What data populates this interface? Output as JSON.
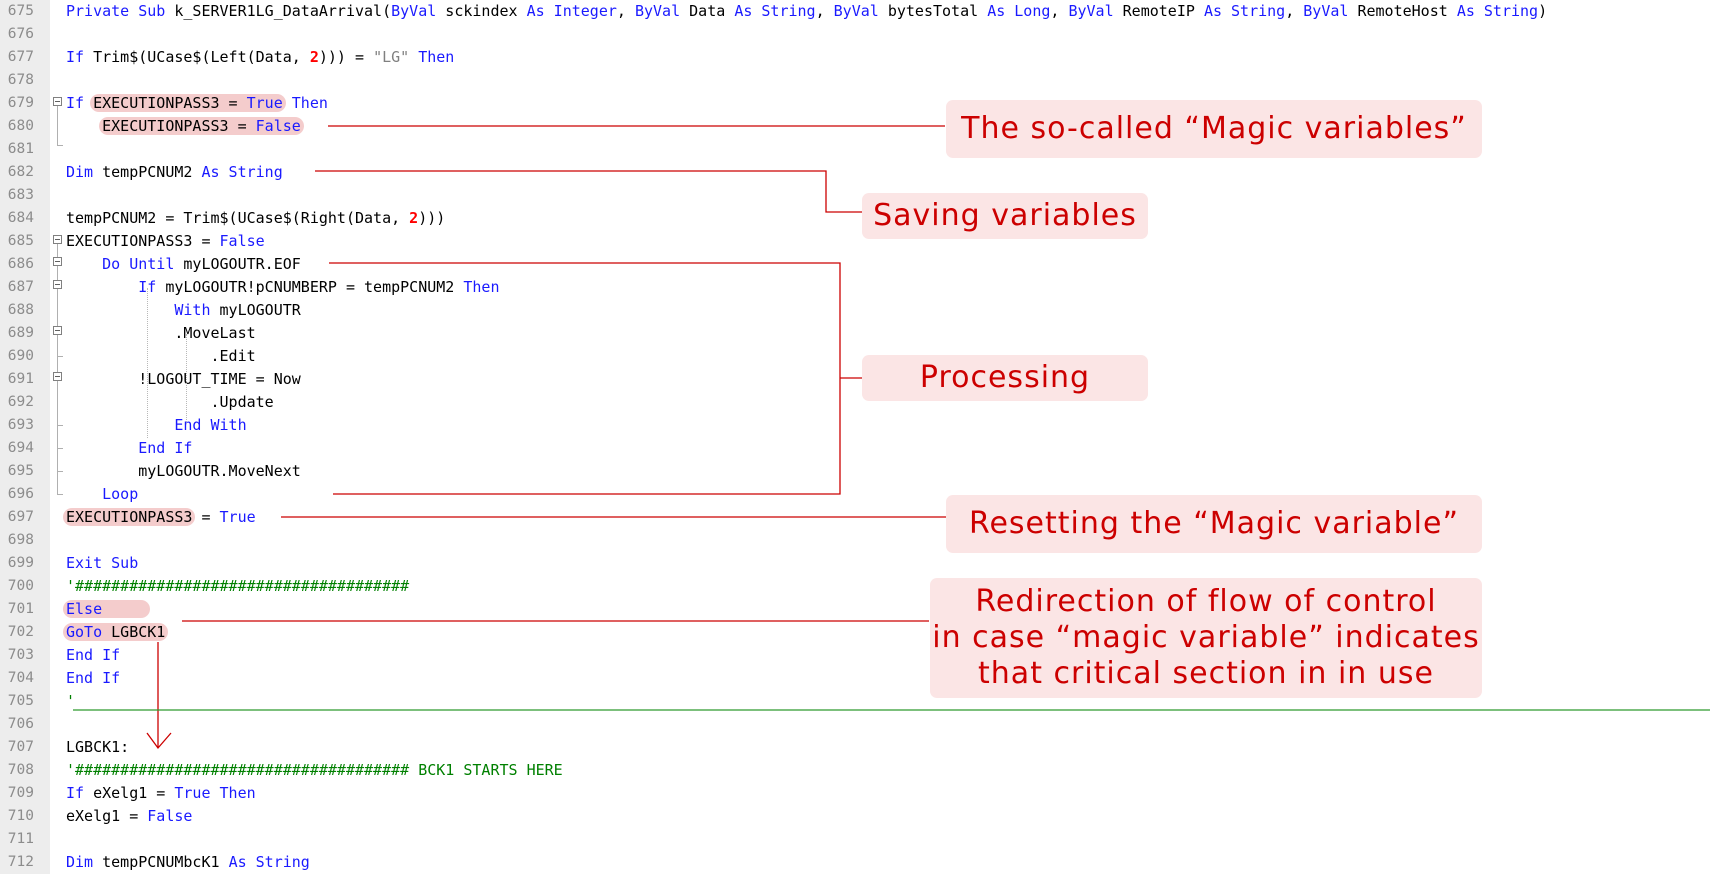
{
  "editor": {
    "lines": [
      {
        "num": "675",
        "html": "<span class=\"kw\">Private Sub</span> k_SERVER1LG_DataArrival(<span class=\"kw\">ByVal</span> sckindex <span class=\"kw\">As Integer</span>, <span class=\"kw\">ByVal</span> Data <span class=\"kw\">As String</span>, <span class=\"kw\">ByVal</span> bytesTotal <span class=\"kw\">As Long</span>, <span class=\"kw\">ByVal</span> RemoteIP <span class=\"kw\">As String</span>, <span class=\"kw\">ByVal</span> RemoteHost <span class=\"kw\">As String</span>)"
      },
      {
        "num": "676",
        "html": ""
      },
      {
        "num": "677",
        "html": "<span class=\"kw\">If</span> Trim$(UCase$(Left(Data, <span class=\"num\">2</span>))) = <span class=\"str\">\"LG\"</span> <span class=\"kw\">Then</span>"
      },
      {
        "num": "678",
        "html": ""
      },
      {
        "num": "679",
        "html": "<span class=\"kw\">If</span> <span class=\"hl\">EXECUTIONPASS3 = <span class=\"kw\">True</span></span> <span class=\"kw\">Then</span>"
      },
      {
        "num": "680",
        "html": "    <span class=\"hl\">EXECUTIONPASS3 = <span class=\"kw\">False</span></span>"
      },
      {
        "num": "681",
        "html": ""
      },
      {
        "num": "682",
        "html": "<span class=\"kw\">Dim</span> tempPCNUM2 <span class=\"kw\">As String</span>"
      },
      {
        "num": "683",
        "html": ""
      },
      {
        "num": "684",
        "html": "tempPCNUM2 = Trim$(UCase$(Right(Data, <span class=\"num\">2</span>)))"
      },
      {
        "num": "685",
        "html": "EXECUTIONPASS3 = <span class=\"kw\">False</span>"
      },
      {
        "num": "686",
        "html": "    <span class=\"kw\">Do Until</span> myLOGOUTR.EOF"
      },
      {
        "num": "687",
        "html": "        <span class=\"kw\">If</span> myLOGOUTR!pCNUMBERP = tempPCNUM2 <span class=\"kw\">Then</span>"
      },
      {
        "num": "688",
        "html": "            <span class=\"kw\">With</span> myLOGOUTR"
      },
      {
        "num": "689",
        "html": "            .MoveLast"
      },
      {
        "num": "690",
        "html": "                .Edit"
      },
      {
        "num": "691",
        "html": "        !LOGOUT_TIME = Now"
      },
      {
        "num": "692",
        "html": "                .Update"
      },
      {
        "num": "693",
        "html": "            <span class=\"kw\">End With</span>"
      },
      {
        "num": "694",
        "html": "        <span class=\"kw\">End If</span>"
      },
      {
        "num": "695",
        "html": "        myLOGOUTR.MoveNext"
      },
      {
        "num": "696",
        "html": "    <span class=\"kw\">Loop</span>"
      },
      {
        "num": "697",
        "html": "<span class=\"hl\">EXECUTIONPASS3</span> = <span class=\"kw\">True</span>"
      },
      {
        "num": "698",
        "html": ""
      },
      {
        "num": "699",
        "html": "<span class=\"kw\">Exit Sub</span>"
      },
      {
        "num": "700",
        "html": "<span class=\"cmt\">'#####################################</span>"
      },
      {
        "num": "701",
        "html": "<span class=\"hl\"><span class=\"kw\">Else</span>     </span>"
      },
      {
        "num": "702",
        "html": "<span class=\"hl\"><span class=\"kw\">GoTo</span> LGBCK1</span>"
      },
      {
        "num": "703",
        "html": "<span class=\"kw\">End If</span>"
      },
      {
        "num": "704",
        "html": "<span class=\"kw\">End If</span>"
      },
      {
        "num": "705",
        "html": "<span class=\"cmt\">'</span>"
      },
      {
        "num": "706",
        "html": ""
      },
      {
        "num": "707",
        "html": "LGBCK1:"
      },
      {
        "num": "708",
        "html": "<span class=\"cmt\">'##################################### BCK1 STARTS HERE</span>"
      },
      {
        "num": "709",
        "html": "<span class=\"kw\">If</span> eXelg1 = <span class=\"kw\">True Then</span>"
      },
      {
        "num": "710",
        "html": "eXelg1 = <span class=\"kw\">False</span>"
      },
      {
        "num": "711",
        "html": ""
      },
      {
        "num": "712",
        "html": "<span class=\"kw\">Dim</span> tempPCNUMbcK1 <span class=\"kw\">As String</span>"
      }
    ]
  },
  "callouts": {
    "magic": "The so-called “Magic variables”",
    "saving": "Saving variables",
    "processing": "Processing",
    "resetting": "Resetting the “Magic variable”",
    "redirect_1": "Redirection of flow of control",
    "redirect_2": "in case “magic variable” indicates",
    "redirect_3": "that critical section in in use"
  },
  "colors": {
    "keyword": "#1a1aff",
    "comment": "#008000",
    "number": "#ff0000",
    "callout_text": "#cc0000",
    "callout_bg": "#fbe5e5",
    "highlight": "#f4cccc"
  }
}
